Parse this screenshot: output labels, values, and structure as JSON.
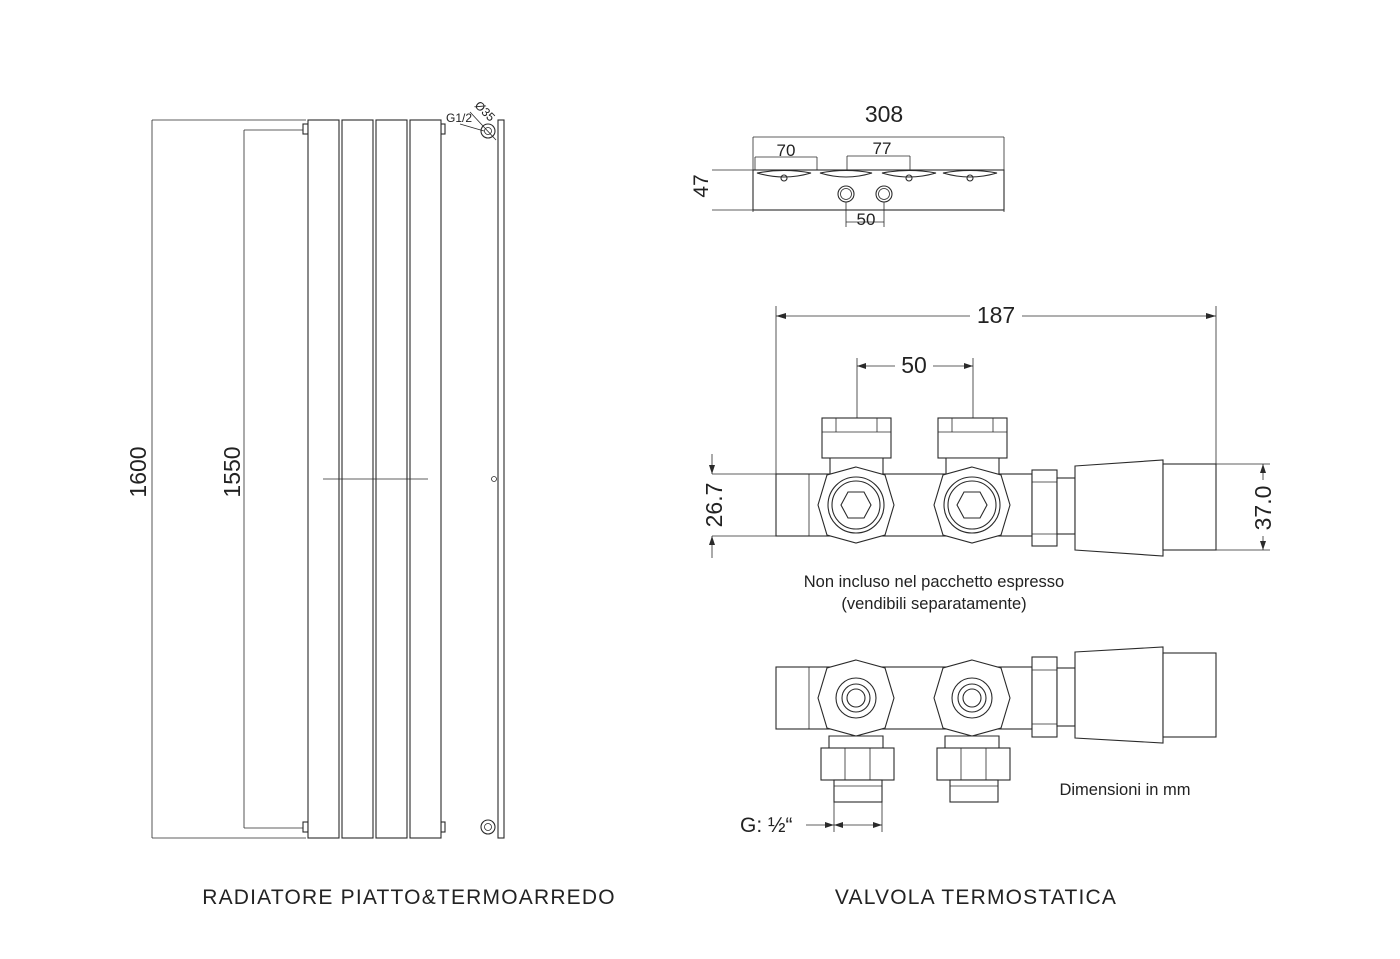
{
  "radiator": {
    "caption": "RADIATORE PIATTO&TERMOARREDO",
    "dims": {
      "total_height": "1600",
      "inner_height": "1550",
      "thread": "G1/2",
      "diameter": "Ø35"
    }
  },
  "plan_view": {
    "dims": {
      "width": "308",
      "left_offset": "70",
      "center_span": "77",
      "depth": "47",
      "pipe_spacing": "50"
    }
  },
  "valve": {
    "caption": "VALVOLA TERMOSTATICA",
    "dims": {
      "overall_length": "187",
      "connection_spacing": "50",
      "body_height": "26.7",
      "head_height": "37.0"
    },
    "note_line1": "Non incluso nel pacchetto espresso",
    "note_line2": "(vendibili separatamente)",
    "thread_label": "G: ½“",
    "units_note": "Dimensioni in mm"
  }
}
